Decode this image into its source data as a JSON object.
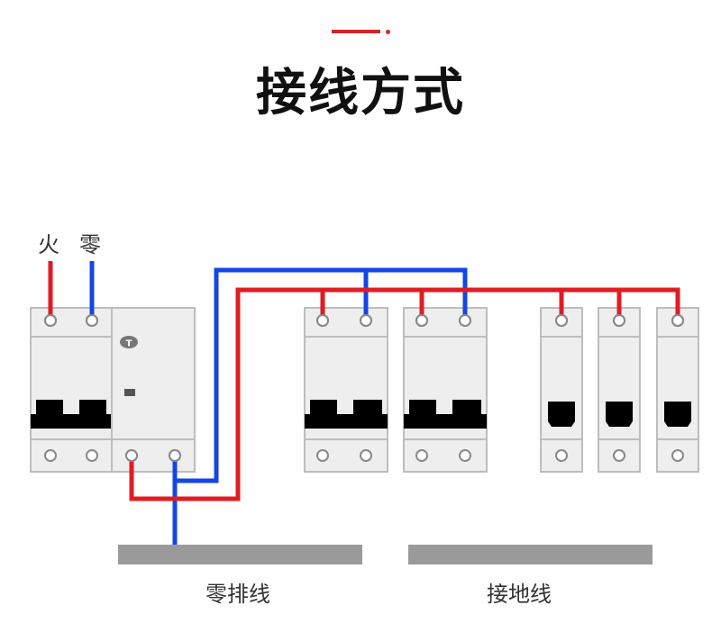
{
  "title": "接线方式",
  "labels": {
    "live": "火",
    "neutral": "零",
    "neutral_bar": "零排线",
    "ground_bar": "接地线"
  },
  "breaker_rcd": {
    "test_button": "T"
  },
  "colors": {
    "live_wire": "#e11b22",
    "neutral_wire": "#1446e6",
    "bar": "#9a9a9a",
    "accent": "#d3262a",
    "breaker_body": "#eeeeee",
    "breaker_border": "#bdbdbd",
    "lever": "#000000"
  }
}
